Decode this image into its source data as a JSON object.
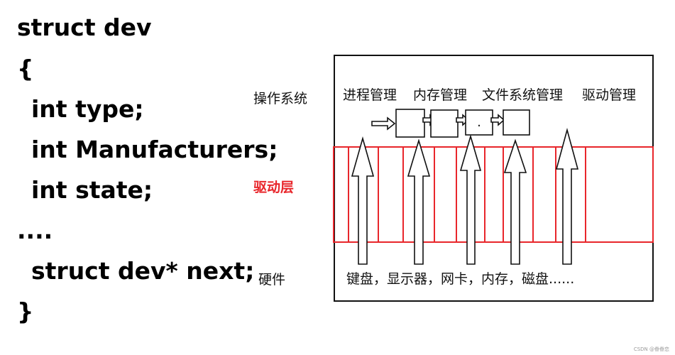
{
  "code_lines": [
    "struct dev",
    "{",
    "int type;",
    "int Manufacturers;",
    "int state;",
    "....",
    "struct dev* next;",
    "}"
  ],
  "layers": {
    "os": "操作系统",
    "driver": "驱动层",
    "hardware": "硬件"
  },
  "os_modules": [
    "进程管理",
    "内存管理",
    "文件系统管理",
    "驱动管理"
  ],
  "list_node_dot": ".",
  "hardware_devices": "键盘，显示器，网卡，内存，磁盘......",
  "watermark": "CSDN @眷眷恋",
  "colors": {
    "driver_layer": "#e8262b",
    "lines": "#111111"
  }
}
